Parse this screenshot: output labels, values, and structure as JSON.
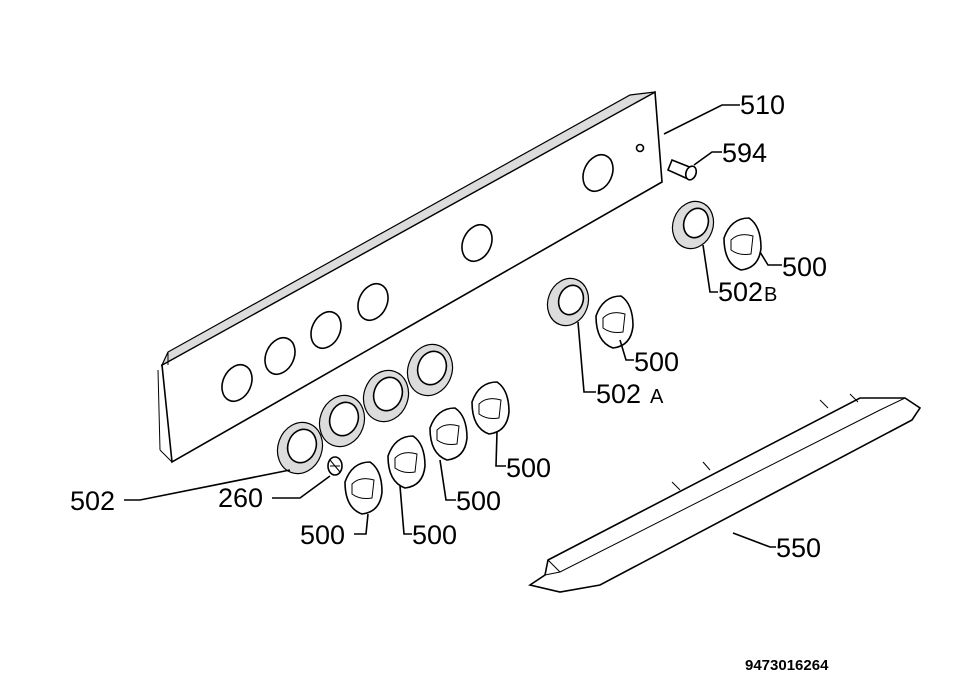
{
  "diagram": {
    "labels": {
      "panel": "510",
      "pin": "594",
      "knob_br": "500",
      "ring_b": "502",
      "ring_b_suffix": "B",
      "knob_mid": "500",
      "ring_a": "502",
      "ring_a_suffix": "A",
      "knob_r3": "500",
      "knob_r2": "500",
      "knob_r1": "500",
      "knob_l1": "500",
      "spring": "260",
      "rings": "502",
      "trim": "550"
    },
    "code": "9473016264"
  }
}
